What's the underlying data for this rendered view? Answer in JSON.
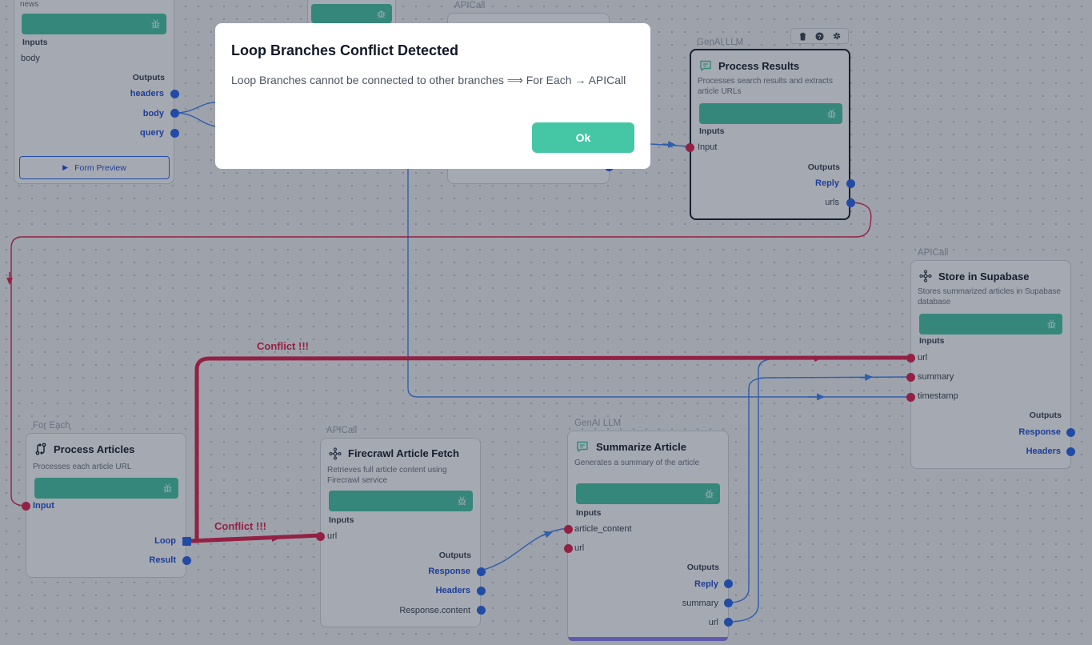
{
  "dialog": {
    "title": "Loop Branches Conflict Detected",
    "message": "Loop Branches cannot be connected to other branches ⟹ For Each → APICall",
    "ok_label": "Ok"
  },
  "conflict_labels": [
    "Conflict !!!",
    "Conflict !!!"
  ],
  "form_node": {
    "partial_text": "news",
    "inputs_label": "Inputs",
    "input_value": "body",
    "outputs_label": "Outputs",
    "outputs": [
      "headers",
      "body",
      "query"
    ],
    "form_preview_label": "Form Preview"
  },
  "api_top": {
    "type": "APICall"
  },
  "process_results": {
    "type": "GenAI LLM",
    "title": "Process Results",
    "desc": "Processes search results and extracts article URLs",
    "inputs_label": "Inputs",
    "inputs": [
      "Input"
    ],
    "outputs_label": "Outputs",
    "outputs": [
      "Reply",
      "urls"
    ]
  },
  "store_supabase": {
    "type": "APICall",
    "title": "Store in Supabase",
    "desc": "Stores summarized articles in Supabase database",
    "inputs_label": "Inputs",
    "inputs": [
      "url",
      "summary",
      "timestamp"
    ],
    "outputs_label": "Outputs",
    "outputs": [
      "Response",
      "Headers"
    ]
  },
  "process_articles": {
    "type": "For Each",
    "title": "Process Articles",
    "desc": "Processes each article URL",
    "input": "Input",
    "outputs": [
      "Loop",
      "Result"
    ]
  },
  "firecrawl": {
    "type": "APICall",
    "title": "Firecrawl Article Fetch",
    "desc": "Retrieves full article content using Firecrawl service",
    "inputs_label": "Inputs",
    "inputs": [
      "url"
    ],
    "outputs_label": "Outputs",
    "outputs": [
      "Response",
      "Headers",
      "Response.content"
    ]
  },
  "summarize": {
    "type": "GenAI LLM",
    "title": "Summarize Article",
    "desc": "Generates a summary of the article",
    "inputs_label": "Inputs",
    "inputs": [
      "article_content",
      "url"
    ],
    "outputs_label": "Outputs",
    "outputs": [
      "Reply",
      "summary",
      "url"
    ]
  },
  "colors": {
    "accent": "#45c7a6",
    "conflict": "#e11d48",
    "edge": "#3b82f6",
    "port_output": "#2563eb",
    "port_input": "#e11d48"
  }
}
